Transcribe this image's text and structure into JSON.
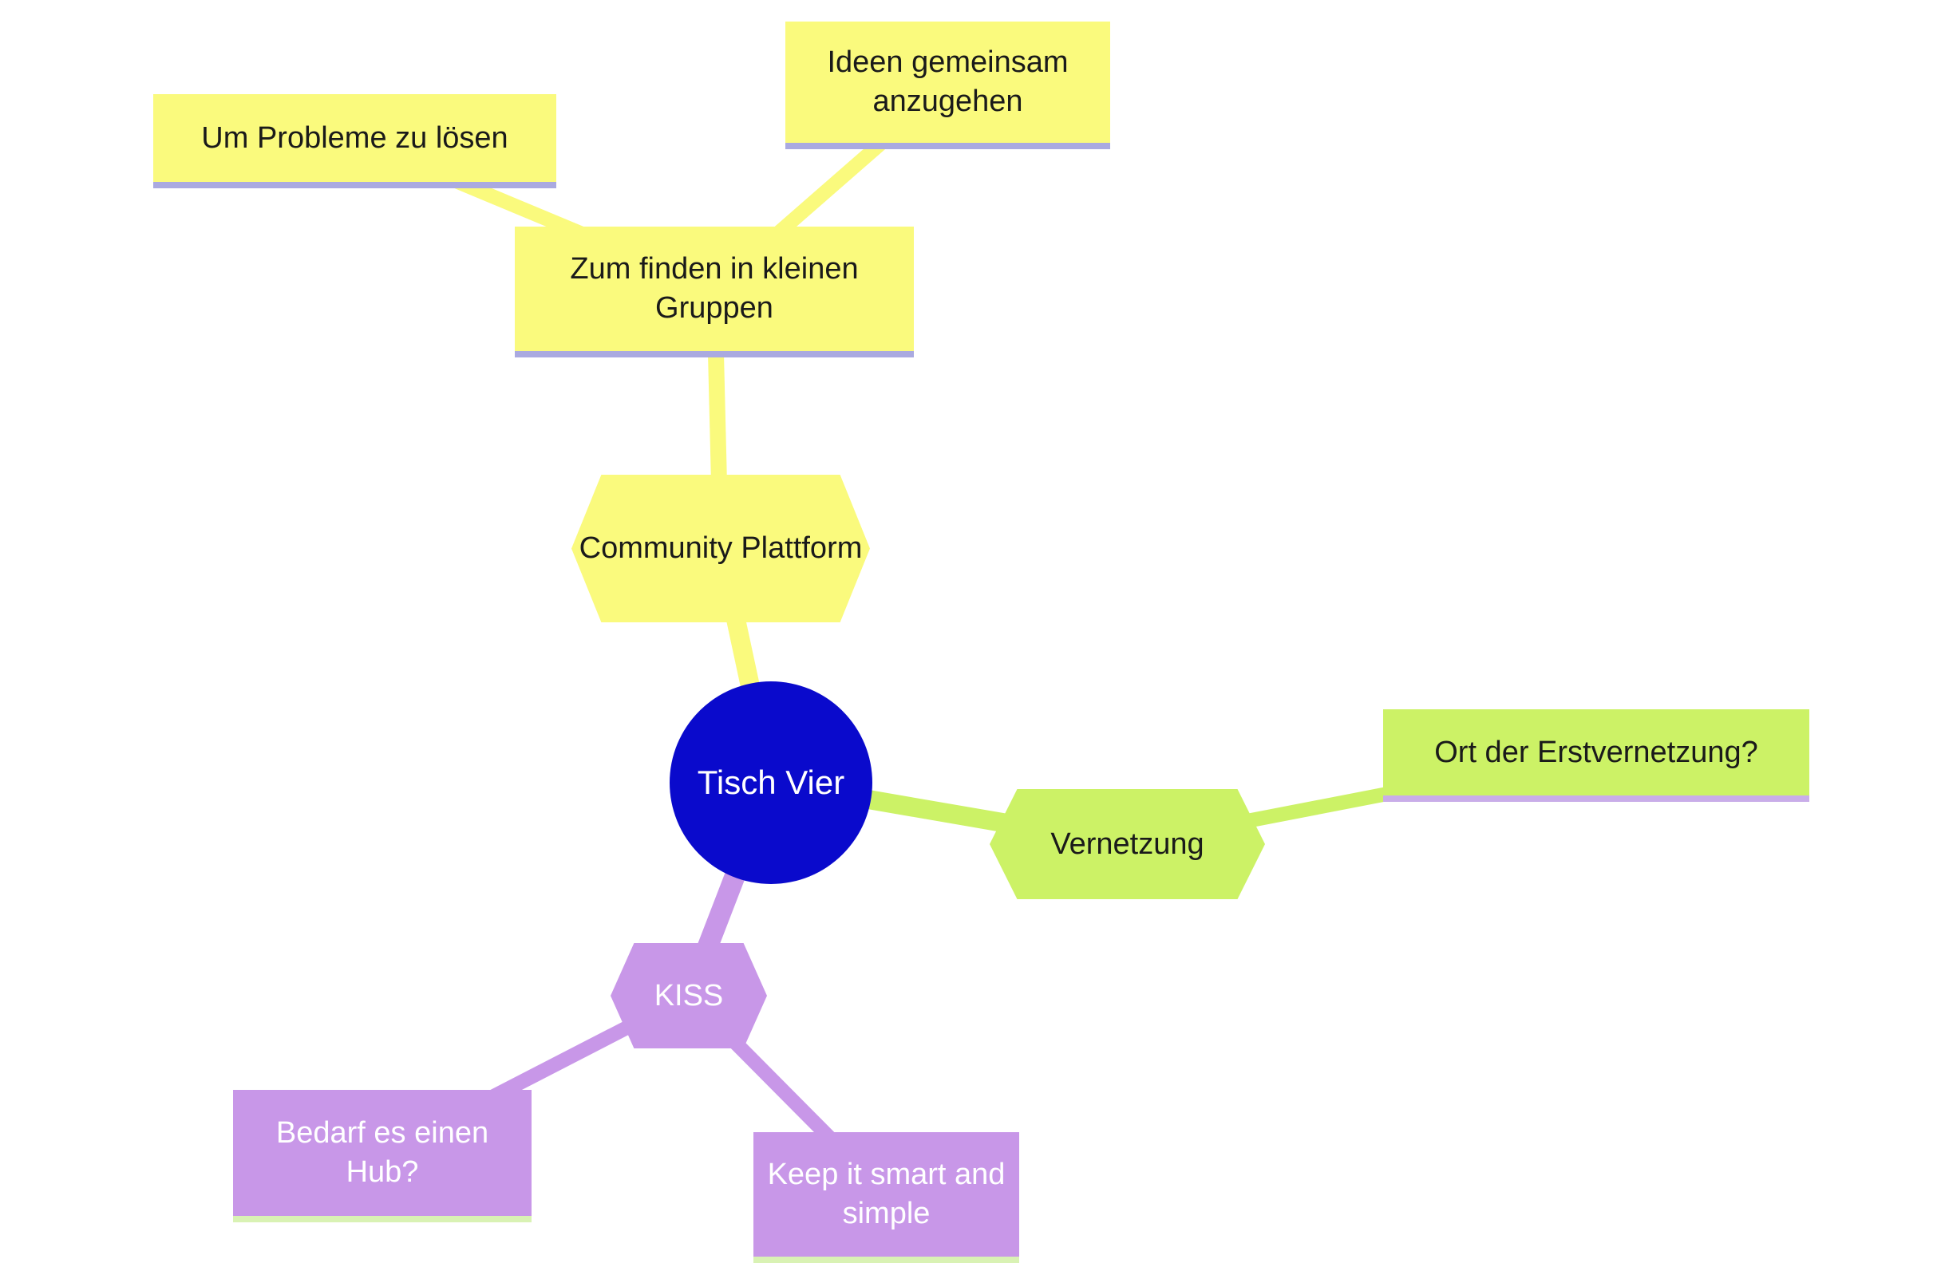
{
  "root": {
    "label": "Tisch Vier"
  },
  "branches": {
    "community": {
      "hub_label": "Community Plattform",
      "children": {
        "zum_finden": {
          "label": "Zum finden in kleinen Gruppen"
        },
        "um_probleme": {
          "label": "Um Probleme zu lösen"
        },
        "ideen": {
          "label": "Ideen gemeinsam anzugehen"
        }
      }
    },
    "vernetzung": {
      "hub_label": "Vernetzung",
      "children": {
        "ort": {
          "label": "Ort der Erstvernetzung?"
        }
      }
    },
    "kiss": {
      "hub_label": "KISS",
      "children": {
        "bedarf": {
          "label": "Bedarf es einen Hub?"
        },
        "keep": {
          "label": "Keep it smart and simple"
        }
      }
    }
  },
  "colors": {
    "branch_yellow": "#FAFA7D",
    "branch_green": "#CCF266",
    "branch_purple": "#C897E8",
    "root_blue": "#0A0ACC",
    "root_text": "#FFFFFF",
    "node_text_dark": "#1A1A1A",
    "node_text_light": "#FFFFFF",
    "underline_periwinkle": "#AAAAE0",
    "underline_lavender": "#C9ADE9",
    "underline_pale_green": "#D9F2B4",
    "background": "#FFFFFF"
  }
}
